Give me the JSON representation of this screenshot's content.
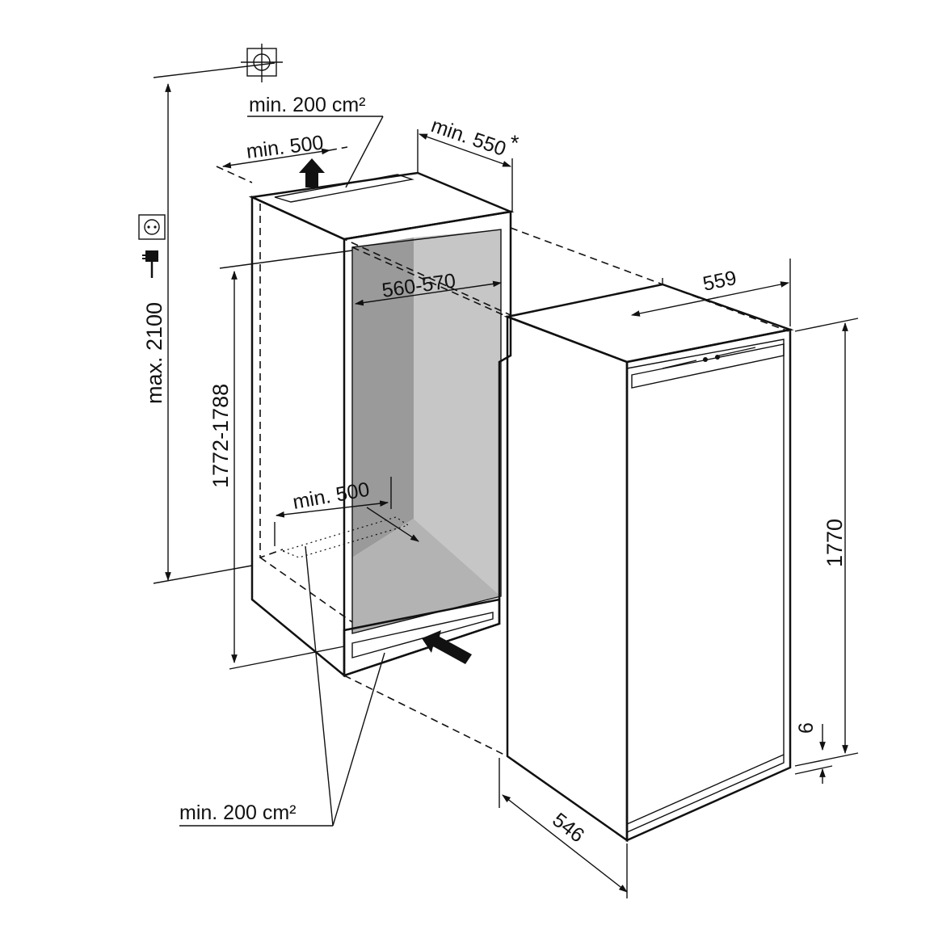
{
  "labels": {
    "top_vent_area": "min. 200 cm²",
    "top_vent_depth": "min. 500",
    "niche_depth": "min. 550",
    "niche_depth_asterisk": "*",
    "niche_width": "560-570",
    "max_height": "max. 2100",
    "niche_height": "1772-1788",
    "bottom_vent_depth": "min. 500",
    "bottom_vent_area": "min. 200 cm²",
    "appliance_width": "559",
    "appliance_height": "1770",
    "gap": "6",
    "appliance_depth": "546"
  },
  "colors": {
    "line": "#111111",
    "cavity_dark": "#9a9a9a",
    "cavity_light": "#c6c6c6",
    "cavity_floor": "#b3b3b3",
    "panel": "#d2d2d2",
    "vent": "#d9d9d9"
  },
  "icons": [
    "socket-icon",
    "plug-icon",
    "crosshair-icon",
    "arrow-up-icon",
    "arrow-in-icon"
  ]
}
